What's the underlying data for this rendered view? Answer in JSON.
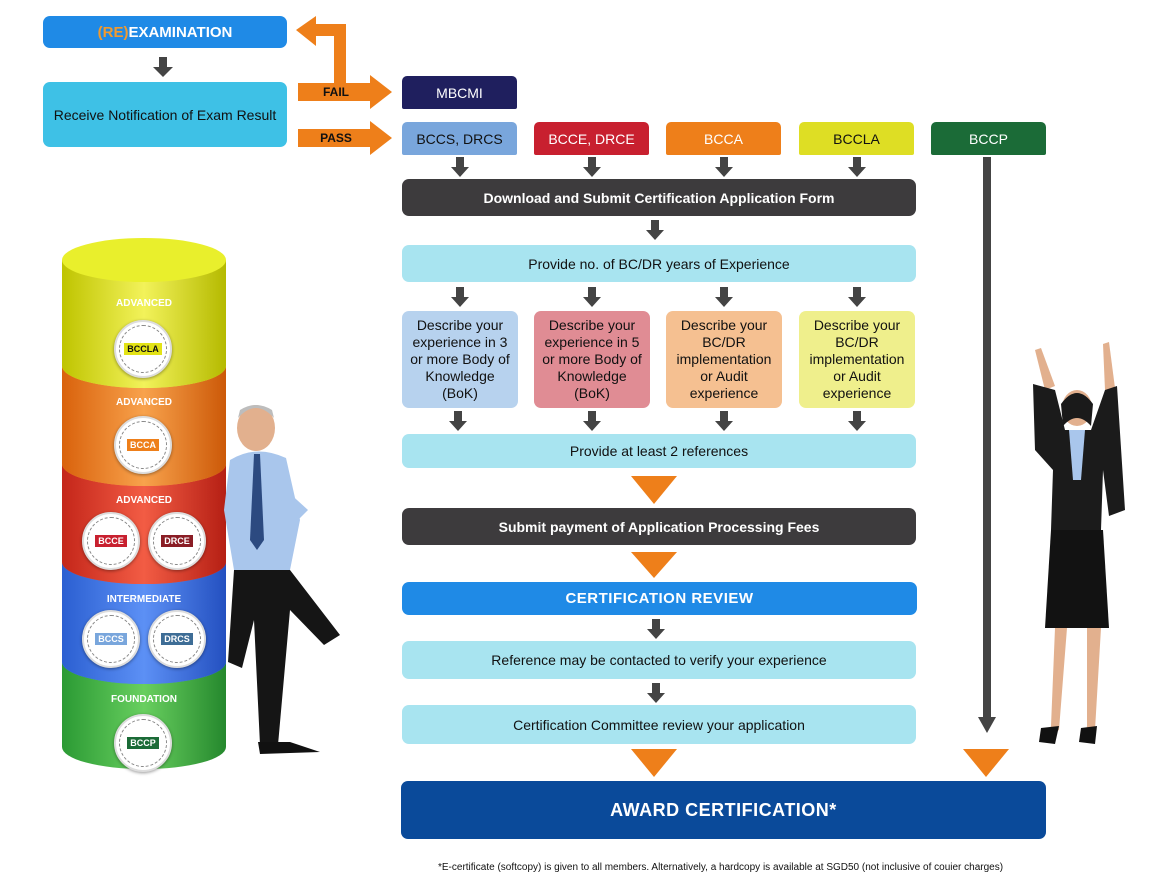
{
  "top": {
    "reexam_prefix": "(RE)",
    "reexam_label": "EXAMINATION",
    "notification": "Receive Notification of Exam Result",
    "fail": "FAIL",
    "pass": "PASS"
  },
  "certs": {
    "mbcmi": "MBCMI",
    "bccs_drcs": "BCCS, DRCS",
    "bcce_drce": "BCCE, DRCE",
    "bcca": "BCCA",
    "bccla": "BCCLA",
    "bccp": "BCCP"
  },
  "steps": {
    "download": "Download and Submit Certification Application Form",
    "years": "Provide no. of BC/DR years of Experience",
    "desc1": "Describe your experience in 3 or more Body of Knowledge (BoK)",
    "desc2": "Describe your experience in 5 or more Body of Knowledge (BoK)",
    "desc3": "Describe your BC/DR implementation or Audit experience",
    "desc4": "Describe your BC/DR implementation or Audit experience",
    "references": "Provide at least 2 references",
    "payment": "Submit payment of Application Processing Fees",
    "review": "CERTIFICATION REVIEW",
    "contacted": "Reference may be contacted to verify your experience",
    "committee": "Certification Committee review your application",
    "award": "AWARD CERTIFICATION*"
  },
  "footnote": "*E-certificate (softcopy) is given to all members. Alternatively, a hardcopy is available at SGD50 (not inclusive of couier charges)",
  "tiers": {
    "advanced1": "ADVANCED",
    "advanced2": "ADVANCED",
    "advanced3": "ADVANCED",
    "intermediate": "INTERMEDIATE",
    "foundation": "FOUNDATION",
    "badge_bccla": "BCCLA",
    "badge_bcca": "BCCA",
    "badge_bcce": "BCCE",
    "badge_drce": "DRCE",
    "badge_bccs": "BCCS",
    "badge_drcs": "DRCS",
    "badge_bccp": "BCCP"
  },
  "colors": {
    "blue": "#1f8ae6",
    "cyan": "#3ec1e6",
    "orange": "#ee7f1a",
    "navy": "#1f1f5e",
    "steel": "#79a6dc",
    "red": "#c8202f",
    "yellow": "#dede24",
    "green": "#1b6b37",
    "award": "#0a4a9a"
  }
}
